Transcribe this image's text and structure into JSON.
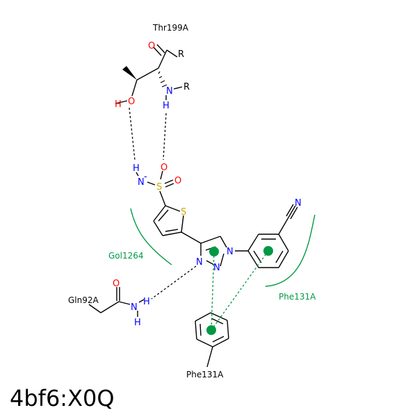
{
  "diagram": {
    "title": "4bf6:X0Q",
    "residues": {
      "thr199": "Thr199A",
      "gol1264": "Gol1264",
      "gln92": "Gln92A",
      "phe131_right": "Phe131A",
      "phe131_bottom": "Phe131A"
    },
    "atoms": {
      "o_carbonyl_thr": "O",
      "r_carbonyl_thr": "R",
      "n_thr": "N",
      "r_n_thr": "R",
      "h_n_thr": "H",
      "h_oh_thr": "H",
      "o_oh_thr": "O",
      "h_sulfonamide": "H",
      "n_sulfonamide": "N",
      "n_charge": "-",
      "s_sulfonyl": "S",
      "o_sulfonyl_top": "O",
      "o_sulfonyl_right": "O",
      "s_thiophene": "S",
      "n_nitrile": "N",
      "n_triazole_1": "N",
      "n_triazole_2": "N",
      "n_triazole_3": "N",
      "o_gln": "O",
      "n_gln": "N",
      "h_gln_1": "H",
      "h_gln_2": "H"
    },
    "colors": {
      "bond": "#000000",
      "oxygen": "#ff0000",
      "nitrogen": "#0000ff",
      "sulfur": "#ccaa00",
      "hydrophobic": "#009944",
      "pi_stack": "#009944"
    }
  }
}
